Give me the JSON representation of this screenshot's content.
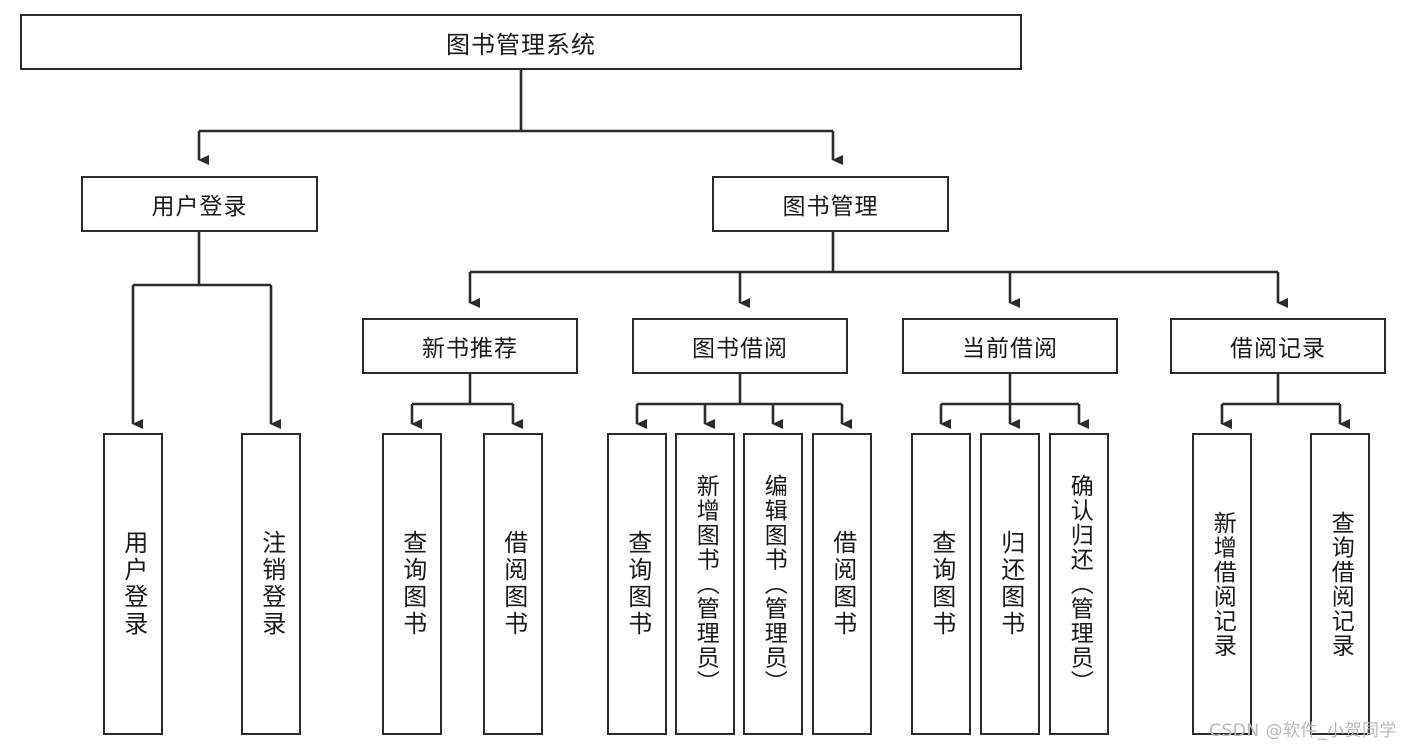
{
  "diagram": {
    "type": "tree",
    "title": "图书管理系统",
    "colors": {
      "background": "#ffffff",
      "border": "#2b2b2b",
      "text": "#1a1a1a",
      "connector": "#2b2b2b",
      "watermark": "#b9b9b9"
    },
    "root": {
      "label": "图书管理系统"
    },
    "level1": [
      {
        "label": "用户登录"
      },
      {
        "label": "图书管理"
      }
    ],
    "level2": [
      {
        "label": "新书推荐"
      },
      {
        "label": "图书借阅"
      },
      {
        "label": "当前借阅"
      },
      {
        "label": "借阅记录"
      }
    ],
    "leaves": {
      "user_login": [
        {
          "label": "用户登录"
        },
        {
          "label": "注销登录"
        }
      ],
      "new_book": [
        {
          "label": "查询图书"
        },
        {
          "label": "借阅图书"
        }
      ],
      "book_borrow": [
        {
          "label": "查询图书"
        },
        {
          "label": "新增图书（管理员）"
        },
        {
          "label": "编辑图书（管理员）"
        },
        {
          "label": "借阅图书"
        }
      ],
      "current_borrow": [
        {
          "label": "查询图书"
        },
        {
          "label": "归还图书"
        },
        {
          "label": "确认归还（管理员）"
        }
      ],
      "borrow_record": [
        {
          "label": "新增借阅记录"
        },
        {
          "label": "查询借阅记录"
        }
      ]
    }
  },
  "watermark": {
    "text": "CSDN @软件_小贺同学"
  }
}
